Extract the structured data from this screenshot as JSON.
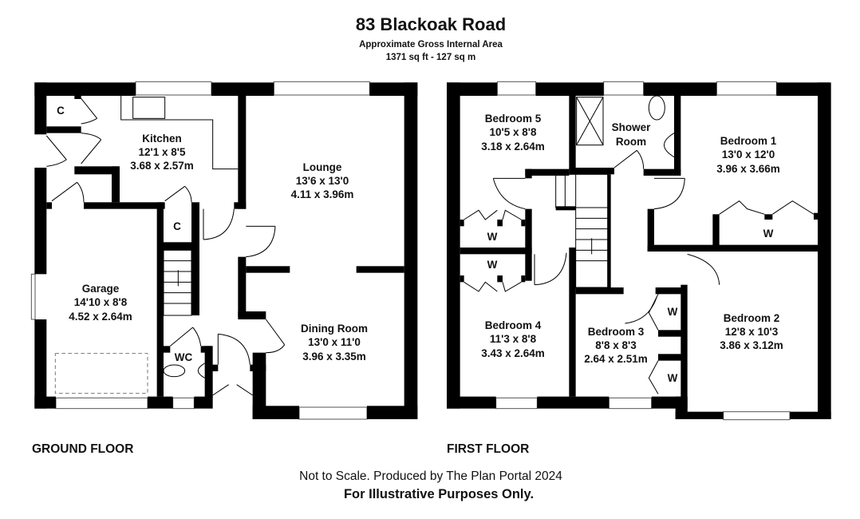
{
  "header": {
    "title": "83 Blackoak Road",
    "subtitle": "Approximate Gross Internal Area",
    "area": "1371 sq ft - 127 sq m"
  },
  "ground_floor": {
    "label": "GROUND FLOOR",
    "rooms": {
      "kitchen": {
        "name": "Kitchen",
        "imperial": "12'1 x 8'5",
        "metric": "3.68 x 2.57m"
      },
      "lounge": {
        "name": "Lounge",
        "imperial": "13'6 x 13'0",
        "metric": "4.11 x 3.96m"
      },
      "garage": {
        "name": "Garage",
        "imperial": "14'10 x 8'8",
        "metric": "4.52 x 2.64m"
      },
      "dining": {
        "name": "Dining Room",
        "imperial": "13'0 x 11'0",
        "metric": "3.96 x 3.35m"
      },
      "cupboard1": {
        "name": "C"
      },
      "cupboard2": {
        "name": "C"
      },
      "wc": {
        "name": "WC"
      }
    }
  },
  "first_floor": {
    "label": "FIRST FLOOR",
    "rooms": {
      "bedroom5": {
        "name": "Bedroom 5",
        "imperial": "10'5 x 8'8",
        "metric": "3.18 x 2.64m"
      },
      "shower": {
        "name1": "Shower",
        "name2": "Room"
      },
      "bedroom1": {
        "name": "Bedroom 1",
        "imperial": "13'0 x 12'0",
        "metric": "3.96 x 3.66m"
      },
      "bedroom4": {
        "name": "Bedroom 4",
        "imperial": "11'3 x 8'8",
        "metric": "3.43 x 2.64m"
      },
      "bedroom3": {
        "name": "Bedroom 3",
        "imperial": "8'8 x 8'3",
        "metric": "2.64 x 2.51m"
      },
      "bedroom2": {
        "name": "Bedroom 2",
        "imperial": "12'8 x 10'3",
        "metric": "3.86 x 3.12m"
      },
      "wardrobes": [
        "W",
        "W",
        "W",
        "W",
        "W"
      ]
    }
  },
  "footer": {
    "disclaimer": "Not to Scale. Produced by The Plan Portal 2024",
    "illustrative": "For Illustrative Purposes Only."
  }
}
